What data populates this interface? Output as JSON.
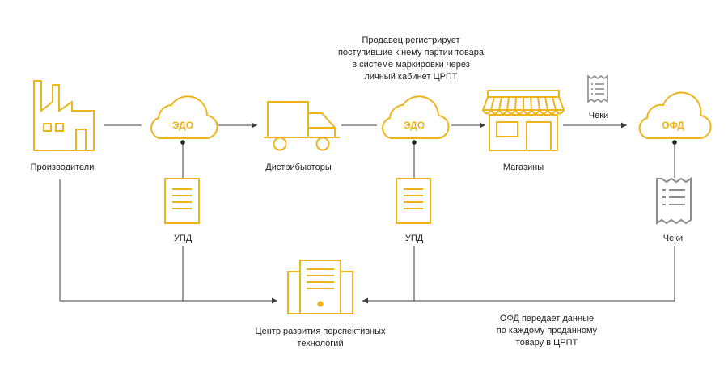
{
  "colors": {
    "accent": "#EDB41E",
    "line": "#3C3C3C",
    "receipt": "#8C8C8C",
    "text": "#1F1F1F"
  },
  "nodes": {
    "producers": {
      "label": "Производители",
      "icon": "factory-icon"
    },
    "edo1": {
      "label": "ЭДО",
      "icon": "cloud-icon"
    },
    "distributors": {
      "label": "Дистрибьюторы",
      "icon": "truck-icon"
    },
    "edo2": {
      "label": "ЭДО",
      "icon": "cloud-icon"
    },
    "stores": {
      "label": "Магазины",
      "icon": "store-icon"
    },
    "ofd": {
      "label": "ОФД",
      "icon": "cloud-icon"
    },
    "crpt": {
      "label_line1": "Центр развития перспективных",
      "label_line2": "технологий",
      "icon": "server-icon"
    }
  },
  "documents": {
    "upd1": {
      "label": "УПД",
      "icon": "document-icon"
    },
    "upd2": {
      "label": "УПД",
      "icon": "document-icon"
    },
    "receipts_arrow": {
      "label": "Чеки",
      "icon": "receipt-icon"
    },
    "receipts_ofd": {
      "label": "Чеки",
      "icon": "receipt-icon"
    }
  },
  "notes": {
    "seller": [
      "Продавец регистрирует",
      "поступившие к нему партии товара",
      "в системе маркировки через",
      "личный кабинет ЦРПТ"
    ],
    "ofd": [
      "ОФД передает данные",
      "по каждому проданному",
      "товару в ЦРПТ"
    ]
  }
}
